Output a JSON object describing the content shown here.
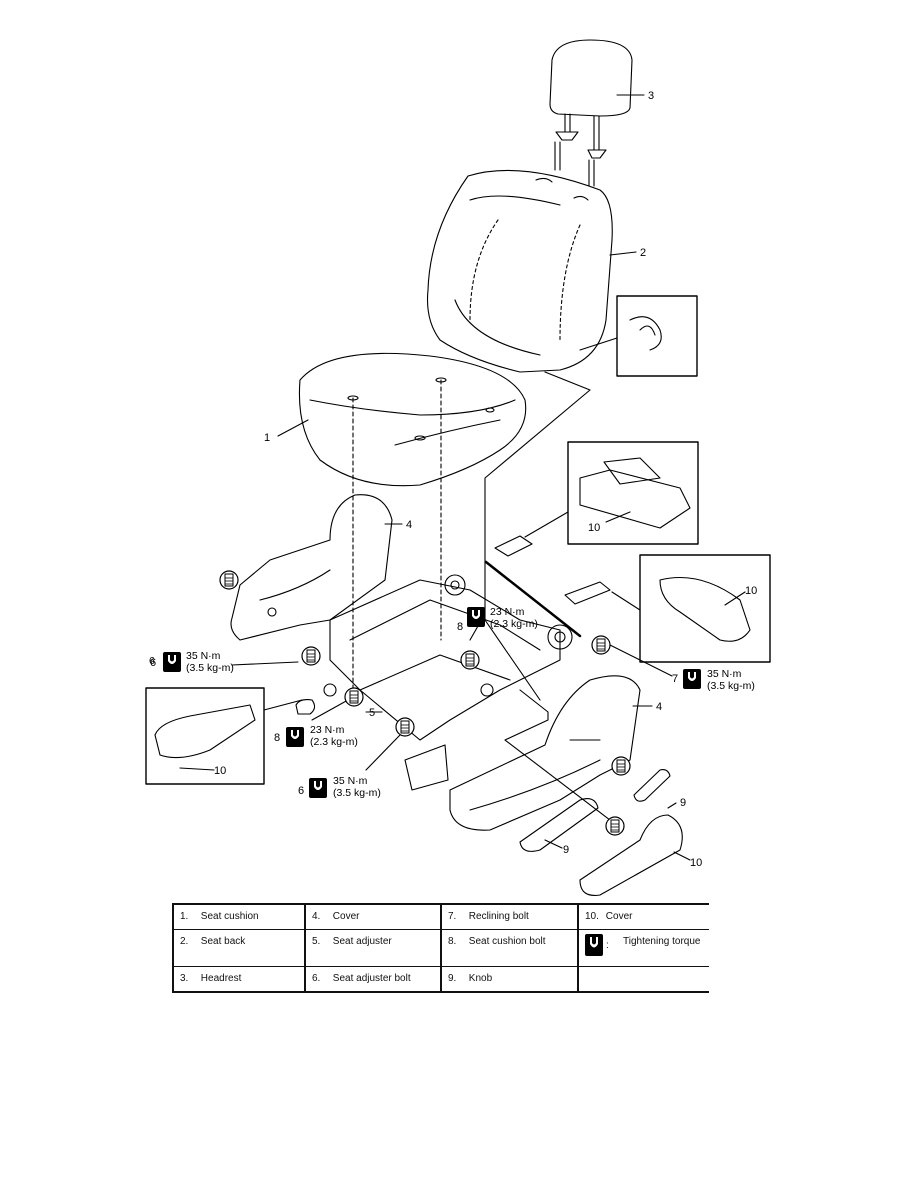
{
  "callouts": [
    "1",
    "2",
    "3",
    "4",
    "4",
    "5",
    "6",
    "6",
    "7",
    "8",
    "8",
    "9",
    "9",
    "10",
    "10",
    "10",
    "10"
  ],
  "torques": {
    "t6_left": {
      "num": "6",
      "nm": "35 N·m",
      "kgm": "(3.5 kg-m)"
    },
    "t8_upper": {
      "num": "8",
      "nm": "23 N·m",
      "kgm": "(2.3 kg-m)"
    },
    "t7": {
      "num": "7",
      "nm": "35 N·m",
      "kgm": "(3.5 kg-m)"
    },
    "t8_lower": {
      "num": "8",
      "nm": "23 N·m",
      "kgm": "(2.3 kg-m)"
    },
    "t6_lower": {
      "num": "6",
      "nm": "35 N·m",
      "kgm": "(3.5 kg-m)"
    }
  },
  "legend": {
    "rows": [
      [
        {
          "num": "1.",
          "label": "Seat cushion"
        },
        {
          "num": "4.",
          "label": "Cover"
        },
        {
          "num": "7.",
          "label": "Reclining bolt"
        },
        {
          "num": "10.",
          "label": "Cover"
        }
      ],
      [
        {
          "num": "2.",
          "label": "Seat back"
        },
        {
          "num": "5.",
          "label": "Seat adjuster"
        },
        {
          "num": "8.",
          "label": "Seat cushion bolt"
        },
        {
          "num": ":",
          "label": "Tightening torque"
        }
      ],
      [
        {
          "num": "3.",
          "label": "Headrest"
        },
        {
          "num": "6.",
          "label": "Seat adjuster bolt"
        },
        {
          "num": "9.",
          "label": "Knob"
        },
        {
          "num": "",
          "label": ""
        }
      ]
    ]
  }
}
